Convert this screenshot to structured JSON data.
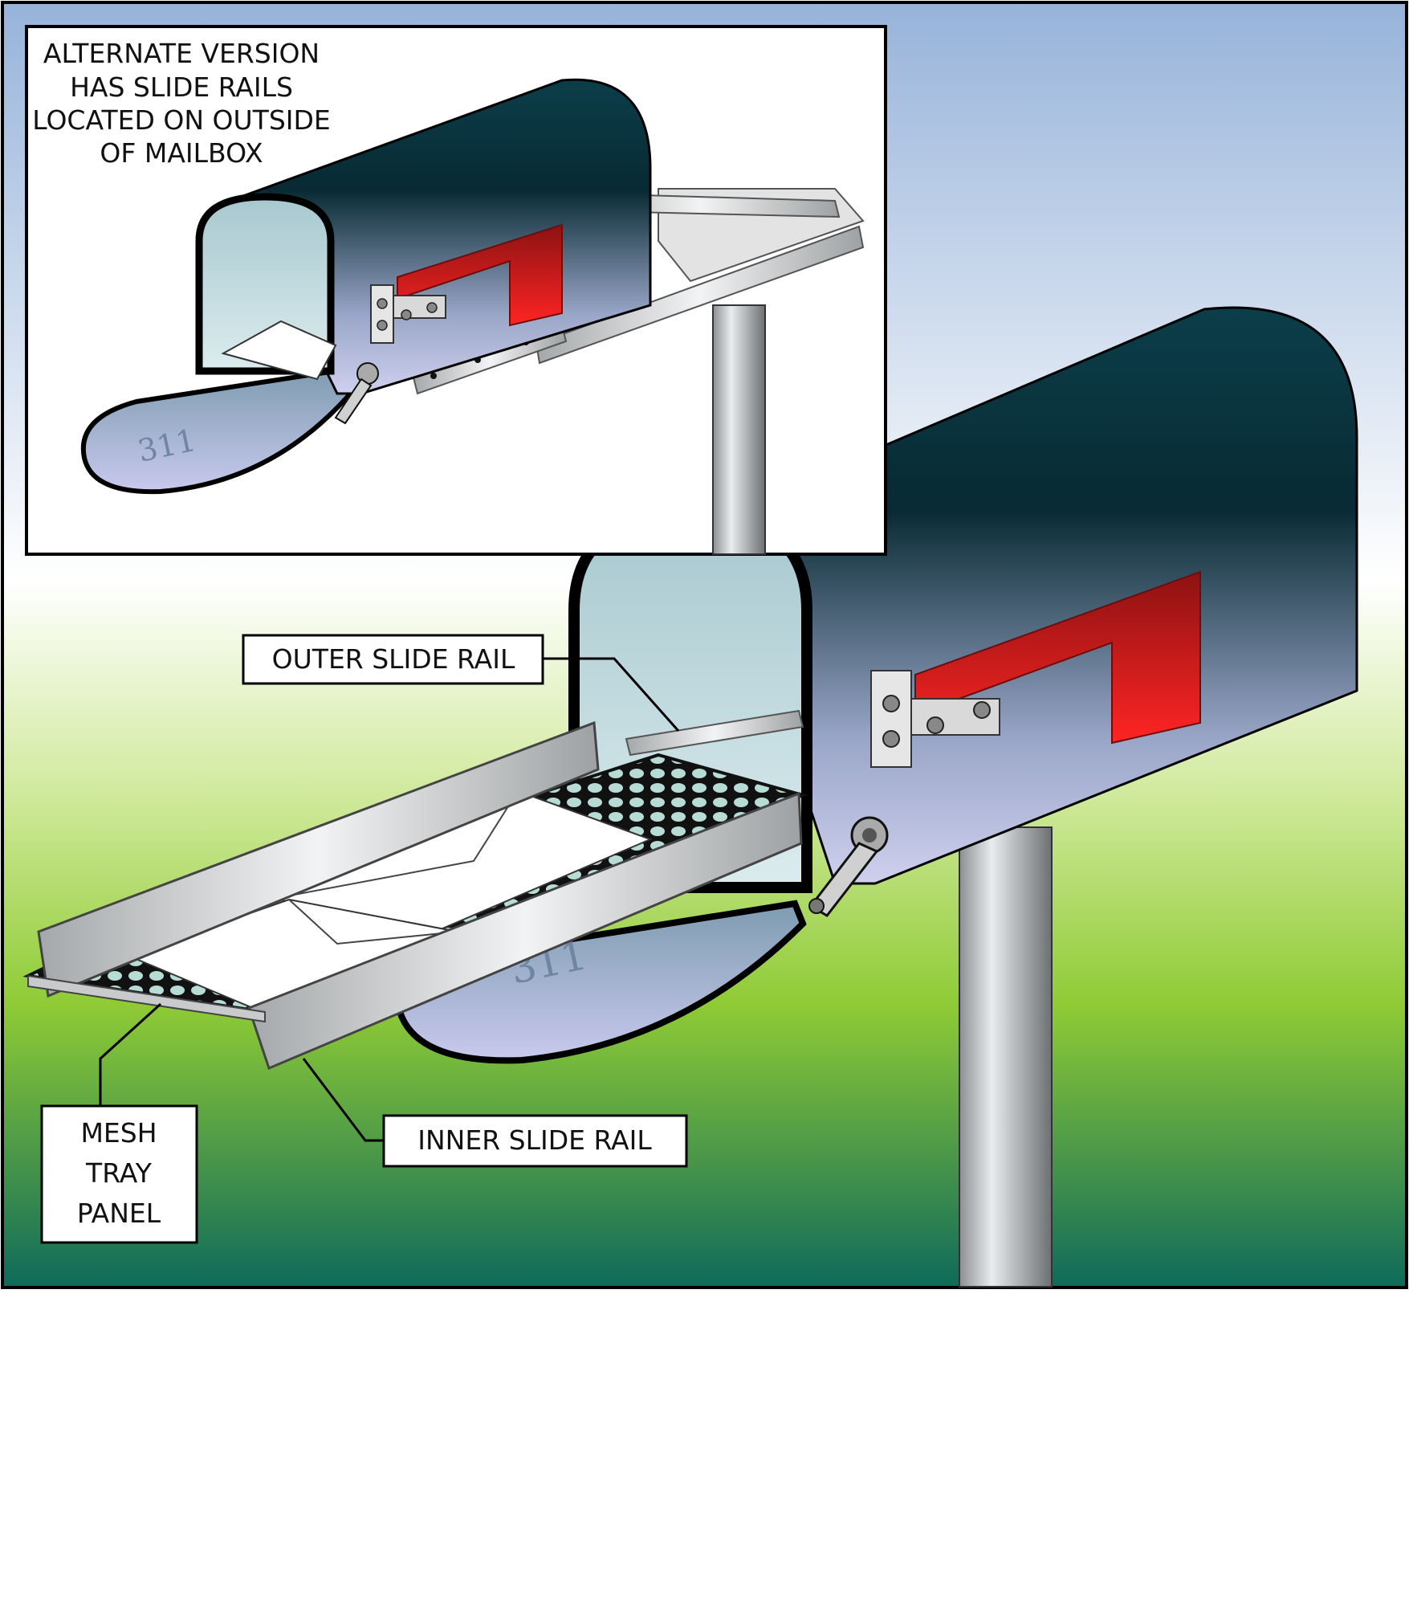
{
  "inset": {
    "caption_lines": [
      "ALTERNATE VERSION",
      "HAS SLIDE RAILS",
      "LOCATED ON OUTSIDE",
      "OF MAILBOX"
    ],
    "door_number": "311"
  },
  "main": {
    "door_number": "311"
  },
  "callouts": {
    "outer_slide_rail": "OUTER SLIDE RAIL",
    "inner_slide_rail": "INNER SLIDE RAIL",
    "mesh_tray_panel_lines": [
      "MESH",
      "TRAY",
      "PANEL"
    ]
  },
  "colors": {
    "sky_top": "#97b3da",
    "sky_bottom": "#ffffff",
    "grass_top": "#9fd63c",
    "grass_bottom": "#0e6a5a",
    "mailbox_dark": "#0c3b46",
    "mailbox_light": "#c8c9ea",
    "flag_red": "#e11d1d",
    "rail_metal": "#b8bbbd"
  },
  "icons": [
    "mailbox-icon",
    "flag-icon",
    "envelope-icon",
    "mesh-icon",
    "post-icon",
    "hinge-icon"
  ]
}
